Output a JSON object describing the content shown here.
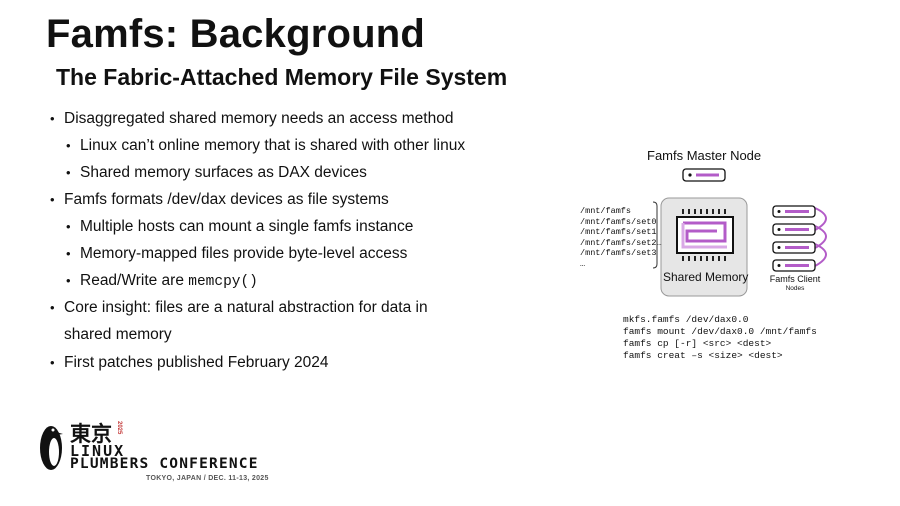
{
  "slide": {
    "title": "Famfs: Background",
    "subtitle": "The Fabric-Attached Memory File System"
  },
  "bullets": [
    {
      "text": "Disaggregated shared memory needs an access method"
    },
    {
      "text": "Linux can’t online memory that is shared with other linux"
    },
    {
      "text": "Shared memory surfaces as DAX devices"
    },
    {
      "text": "Famfs formats /dev/dax devices as file systems"
    },
    {
      "text": "Multiple hosts can mount a single famfs instance"
    },
    {
      "text": "Memory-mapped files provide byte-level access"
    },
    {
      "text": "Read/Write are ",
      "code": "memcpy()"
    },
    {
      "text": "Core insight: files are a natural abstraction for data in"
    },
    {
      "text": "shared memory"
    },
    {
      "text": "First patches published February 2024"
    }
  ],
  "diagram": {
    "master_label": "Famfs Master Node",
    "paths": [
      "/mnt/famfs",
      "/mnt/famfs/set0",
      "/mnt/famfs/set1",
      "/mnt/famfs/set2…",
      "/mnt/famfs/set3",
      "…"
    ],
    "shared_memory_label": "Shared Memory",
    "client_label": "Famfs Client",
    "client_sub": "Nodes",
    "commands": [
      "mkfs.famfs /dev/dax0.0",
      "famfs mount /dev/dax0.0 /mnt/famfs",
      "famfs cp [-r] <src> <dest>",
      "famfs creat –s <size> <dest>"
    ],
    "accent_color": "#b35cc8"
  },
  "logo": {
    "kanji": "東京",
    "year": "2025",
    "line1": "LINUX",
    "line2": "PLUMBERS CONFERENCE",
    "place": "TOKYO, JAPAN / DEC. 11-13, 2025"
  }
}
